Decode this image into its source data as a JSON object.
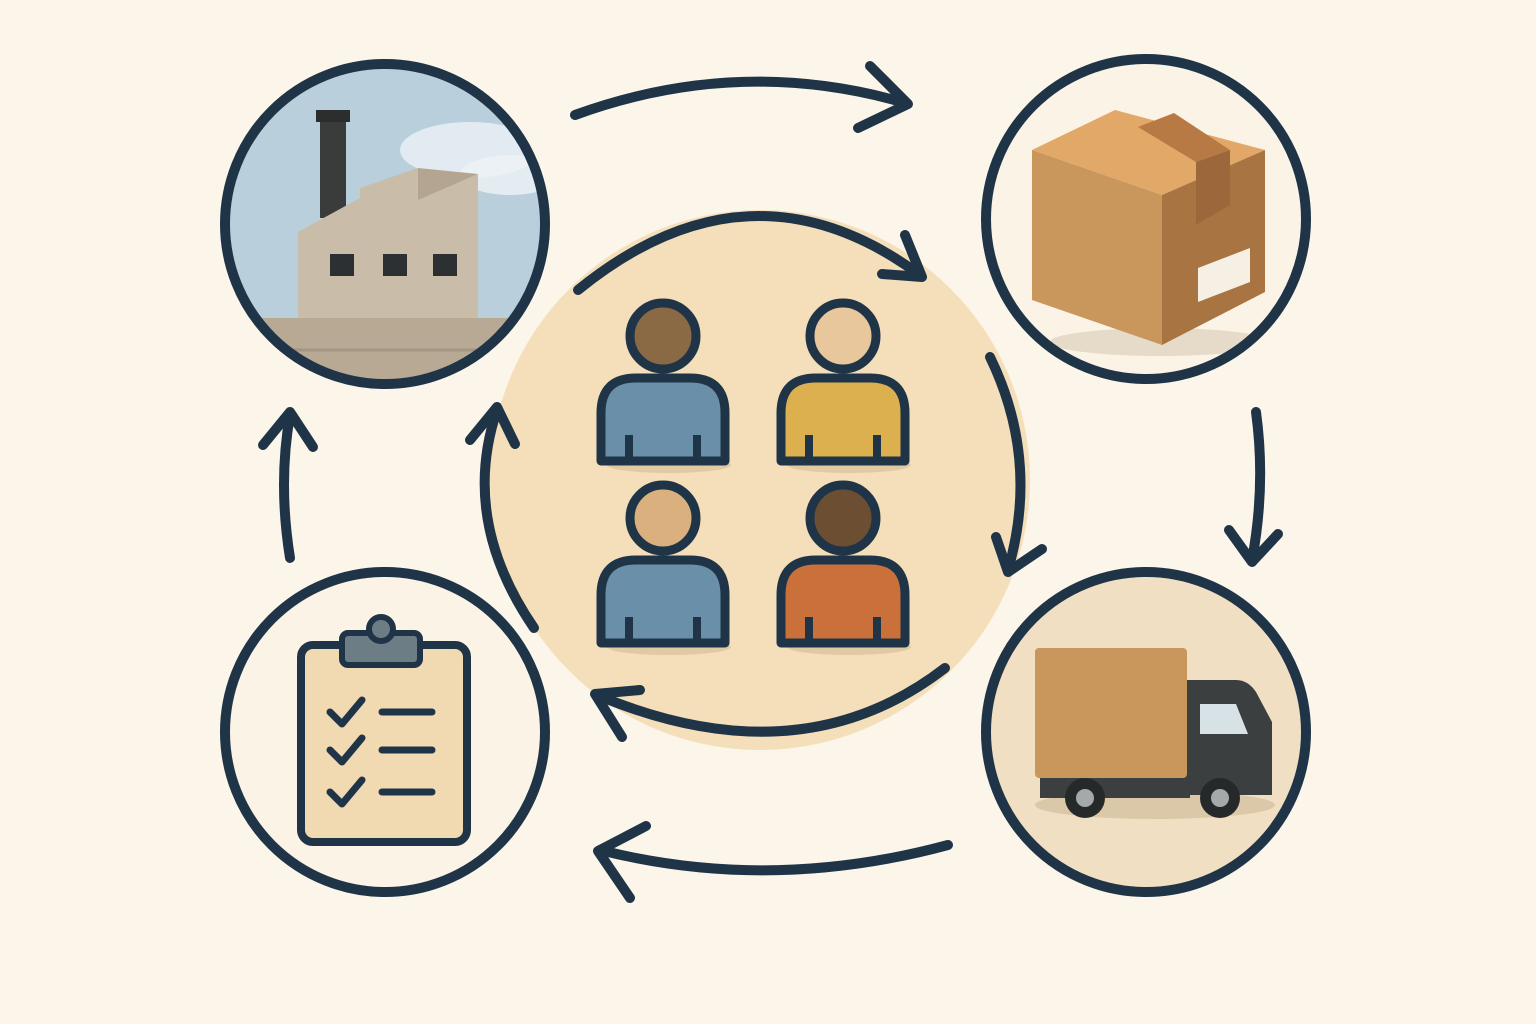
{
  "colors": {
    "background": "#fcf6ea",
    "outline": "#1f3547",
    "center_disc": "#f4dfba",
    "sky": "#b9cfdc",
    "factory_wall": "#c9bca8",
    "cardboard": "#c9965c",
    "cardboard_dark": "#a87442",
    "tape": "#b87a45",
    "truck_cab": "#3b3f40",
    "clipboard_paper": "#f1d9b2",
    "clip": "#6d7d85",
    "person_blue": "#6a8fa8",
    "person_yellow": "#dcb04f",
    "person_orange": "#c9703b",
    "skin_dark": "#8a6a45",
    "skin_light": "#e8c79c",
    "skin_tan": "#d9b07e",
    "skin_brown": "#6c4e33"
  },
  "nodes": [
    {
      "name": "factory-node",
      "icon": "factory-icon"
    },
    {
      "name": "package-node",
      "icon": "cardboard-box-icon"
    },
    {
      "name": "truck-node",
      "icon": "delivery-truck-icon"
    },
    {
      "name": "checklist-node",
      "icon": "clipboard-checklist-icon"
    }
  ],
  "center": {
    "icon": "people-group-icon",
    "people": [
      {
        "name": "person-top-left",
        "shirt": "blue",
        "skin": "dark"
      },
      {
        "name": "person-top-right",
        "shirt": "yellow",
        "skin": "light"
      },
      {
        "name": "person-bottom-left",
        "shirt": "blue",
        "skin": "tan"
      },
      {
        "name": "person-bottom-right",
        "shirt": "orange",
        "skin": "brown"
      }
    ]
  },
  "flow": {
    "outer_cycle": "clockwise",
    "inner_cycle": "clockwise",
    "arrow_icons": [
      "arrow-right-icon",
      "arrow-down-icon",
      "arrow-left-icon",
      "arrow-up-icon"
    ]
  }
}
